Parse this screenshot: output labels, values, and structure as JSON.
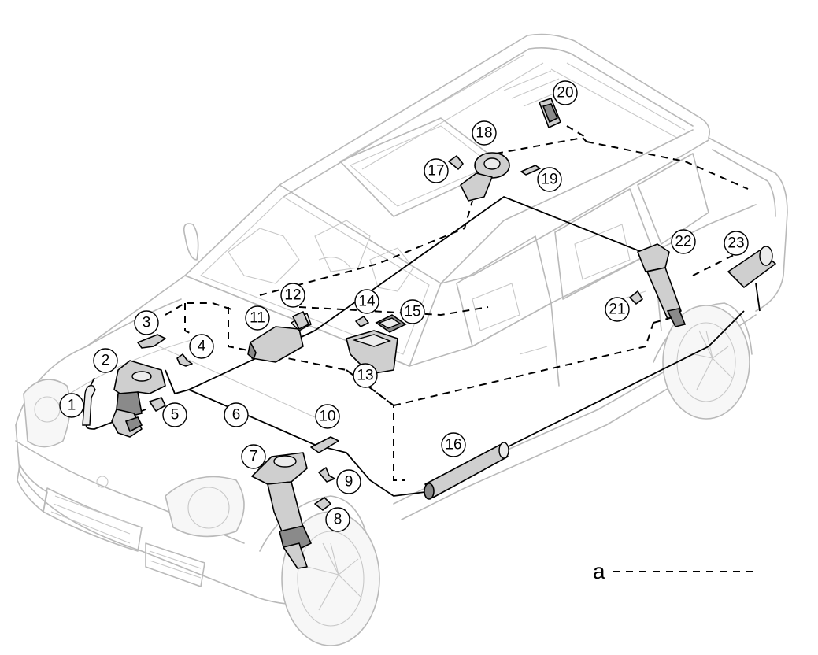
{
  "callouts": [
    "1",
    "2",
    "3",
    "4",
    "5",
    "6",
    "7",
    "8",
    "9",
    "10",
    "11",
    "12",
    "13",
    "14",
    "15",
    "16",
    "17",
    "18",
    "19",
    "20",
    "21",
    "22",
    "23"
  ],
  "legend": {
    "letter": "a"
  }
}
